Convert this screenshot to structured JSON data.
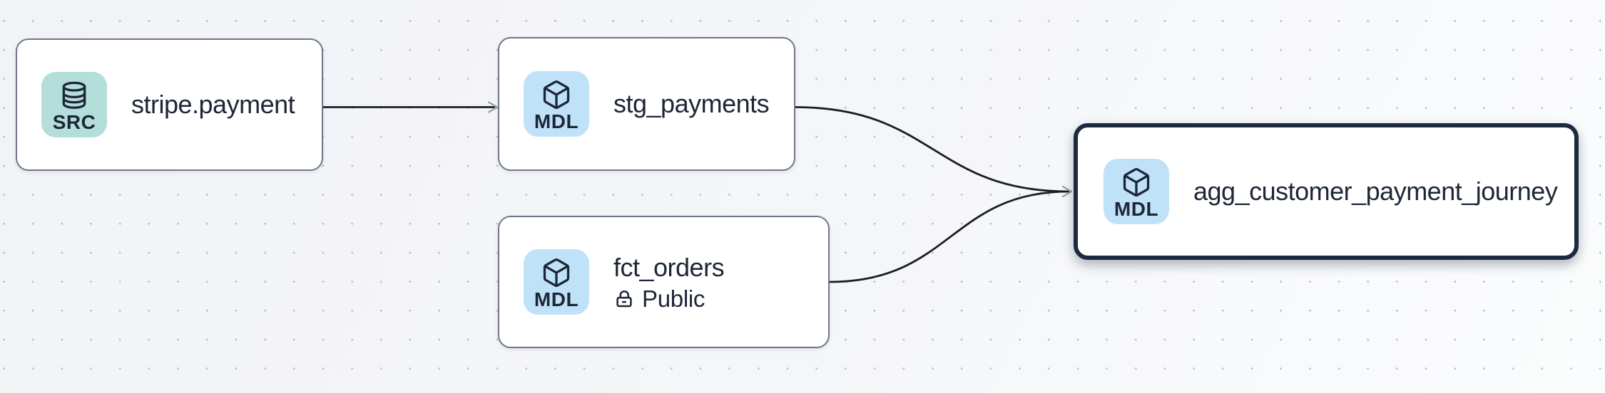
{
  "diagram": {
    "type": "data-lineage-graph",
    "nodes": [
      {
        "id": "stripe.payment",
        "title": "stripe.payment",
        "badge": {
          "label": "SRC",
          "icon": "database-icon",
          "color": "#b3deda"
        },
        "selected": false
      },
      {
        "id": "stg_payments",
        "title": "stg_payments",
        "badge": {
          "label": "MDL",
          "icon": "cube-icon",
          "color": "#c0e2f9"
        },
        "selected": false
      },
      {
        "id": "fct_orders",
        "title": "fct_orders",
        "badge": {
          "label": "MDL",
          "icon": "cube-icon",
          "color": "#c0e2f9"
        },
        "meta": {
          "icon": "lock-open-icon",
          "label": "Public"
        },
        "selected": false
      },
      {
        "id": "agg_customer_payment_journey",
        "title": "agg_customer_payment_journey",
        "badge": {
          "label": "MDL",
          "icon": "cube-icon",
          "color": "#c0e2f9"
        },
        "selected": true
      }
    ],
    "edges": [
      {
        "from": "stripe.payment",
        "to": "stg_payments"
      },
      {
        "from": "stg_payments",
        "to": "agg_customer_payment_journey"
      },
      {
        "from": "fct_orders",
        "to": "agg_customer_payment_journey"
      }
    ]
  },
  "colors": {
    "background": "#f5f6f9",
    "grid_dot": "#b9bfc9",
    "node_fill": "#ffffff",
    "node_border": "#6e7789",
    "node_border_selected": "#1c2a40",
    "text": "#1d2636",
    "badge_source": "#b3deda",
    "badge_model": "#c0e2f9",
    "edge": "#1a1d24",
    "arrowhead": "#97a0ac"
  }
}
